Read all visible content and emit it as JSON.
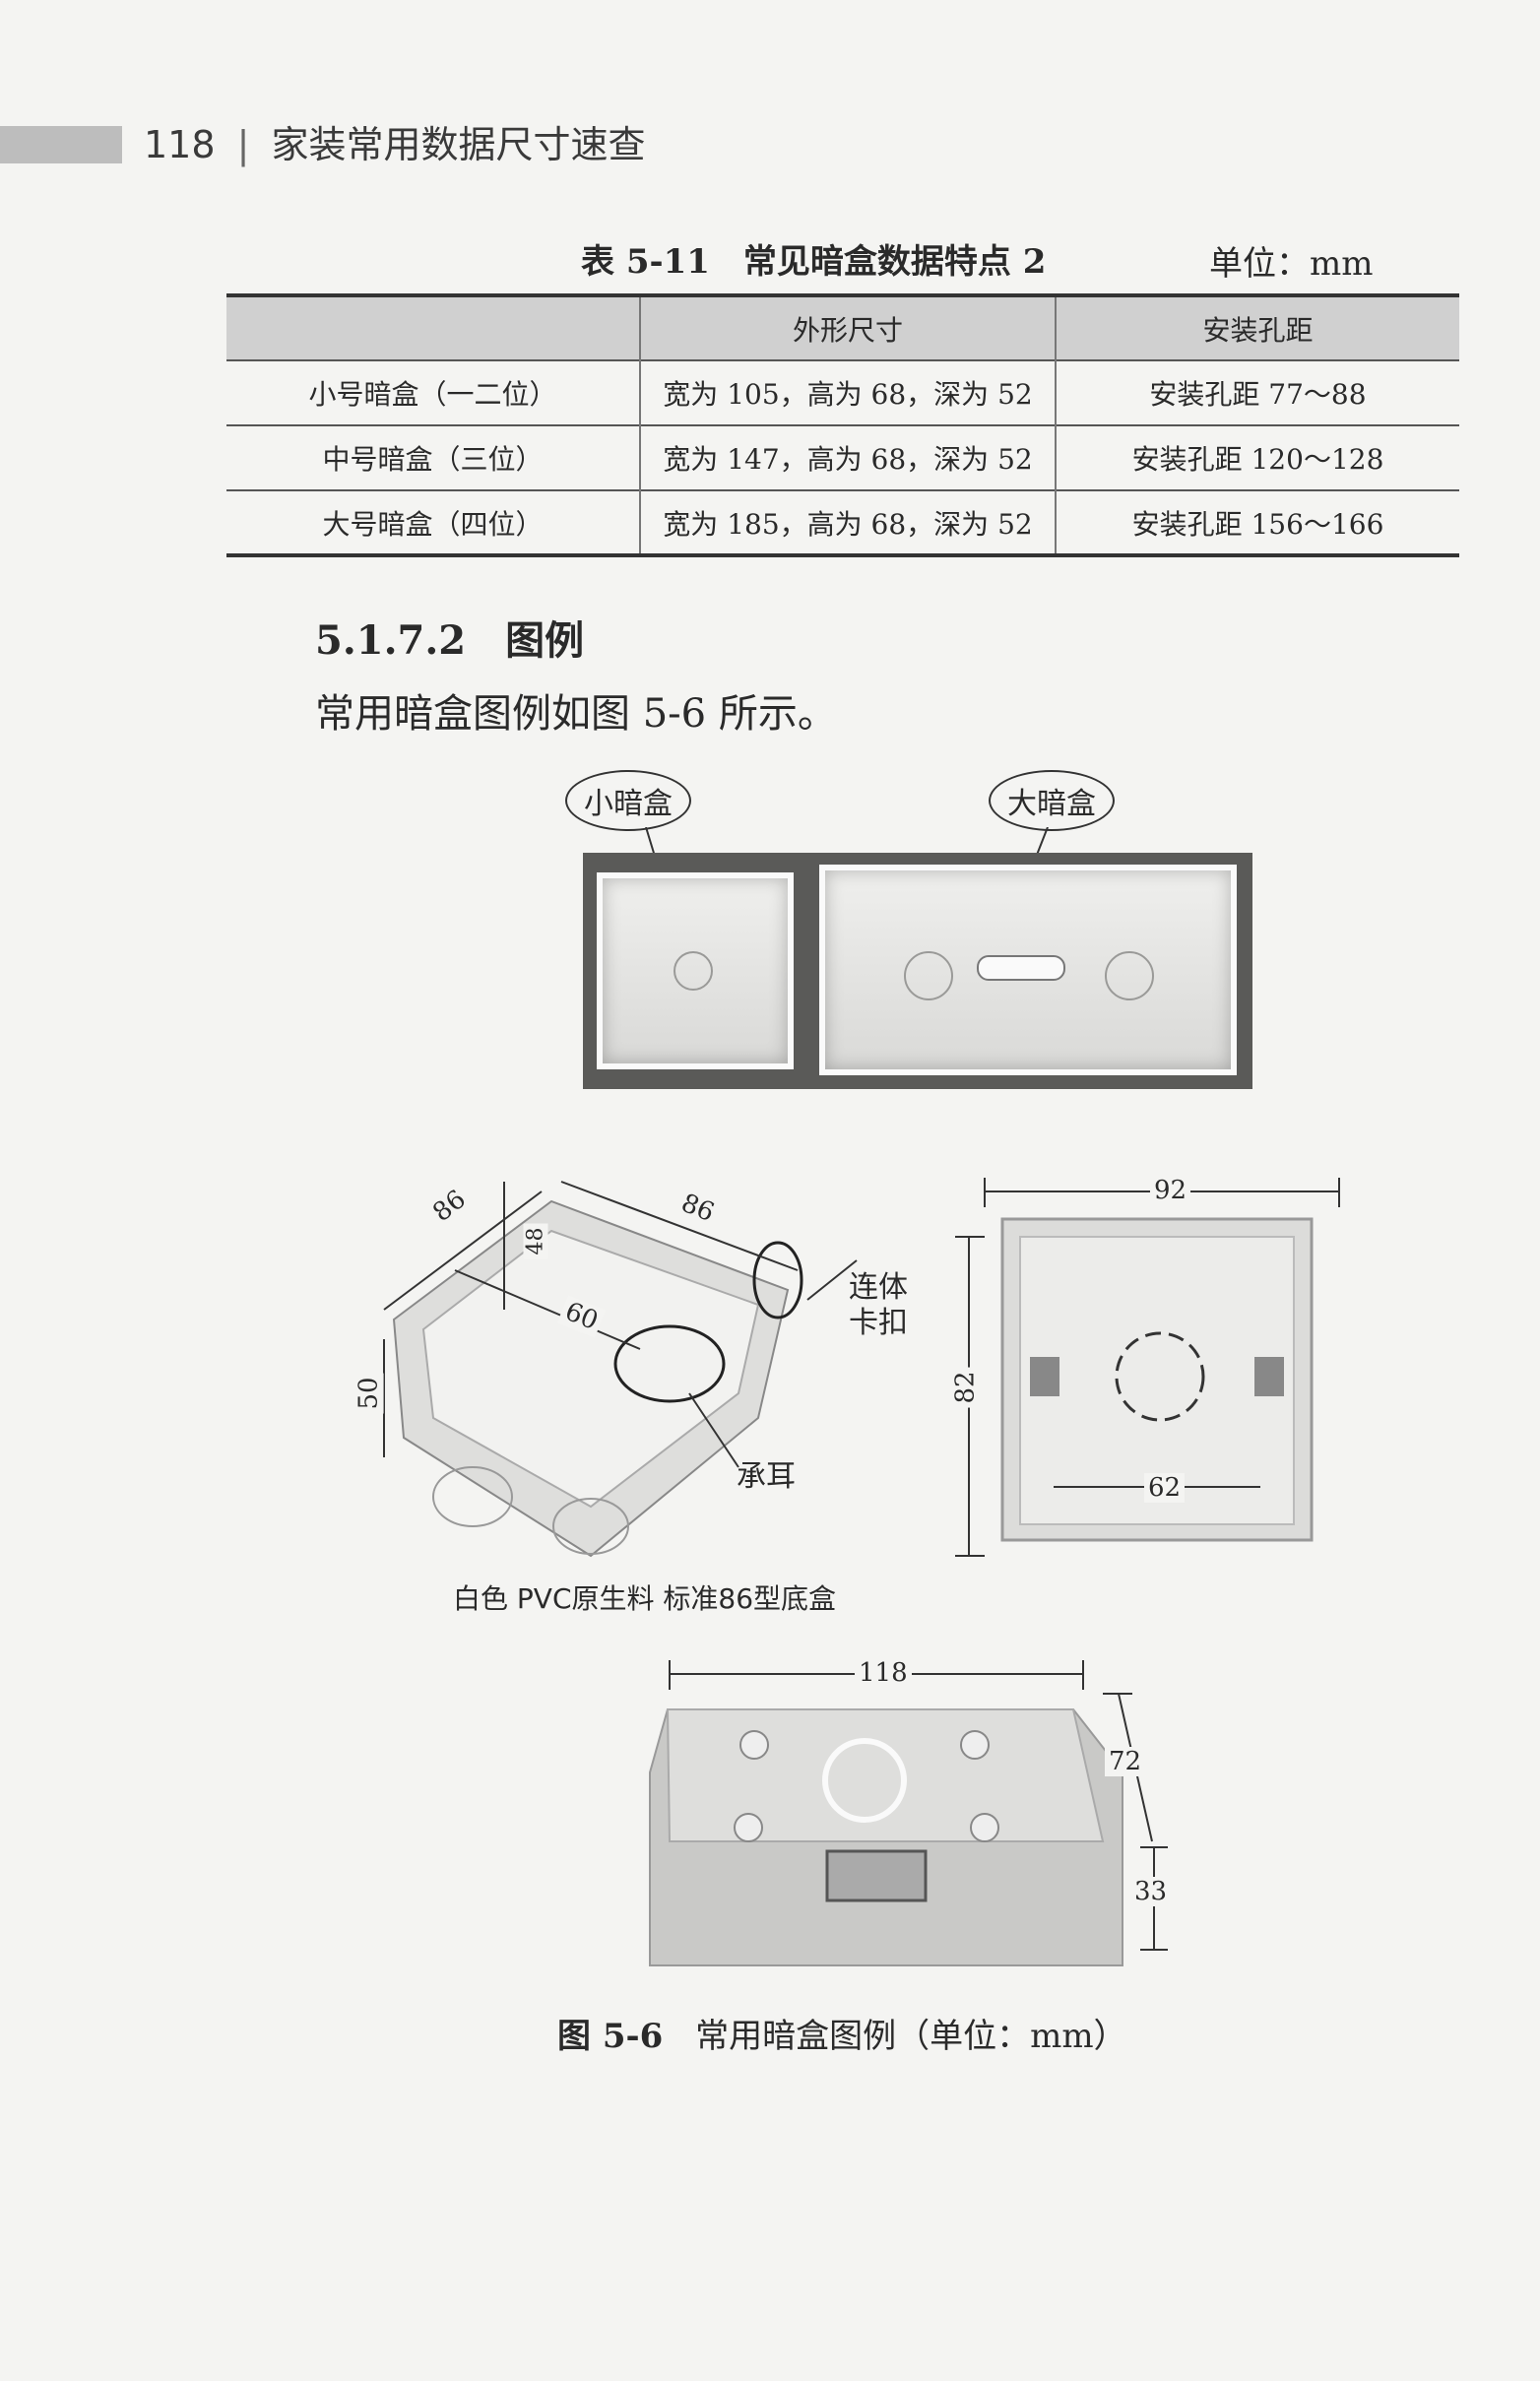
{
  "header": {
    "page_number": "118",
    "separator": "|",
    "book_title": "家装常用数据尺寸速查"
  },
  "table": {
    "title": "表 5-11　常见暗盒数据特点 2",
    "unit": "单位：mm",
    "columns": [
      "",
      "外形尺寸",
      "安装孔距"
    ],
    "rows": [
      [
        "小号暗盒（一二位）",
        "宽为 105，高为 68，深为 52",
        "安装孔距 77～88"
      ],
      [
        "中号暗盒（三位）",
        "宽为 147，高为 68，深为 52",
        "安装孔距 120～128"
      ],
      [
        "大号暗盒（四位）",
        "宽为 185，高为 68，深为 52",
        "安装孔距 156～166"
      ]
    ]
  },
  "section": {
    "number_title": "5.1.7.2　图例",
    "body": "常用暗盒图例如图 5-6 所示。"
  },
  "figure": {
    "callout_small": "小暗盒",
    "callout_large": "大暗盒",
    "iso_dims": {
      "width": "86",
      "length": "86",
      "depth": "48",
      "inner": "60",
      "height": "50"
    },
    "iso_labels": {
      "clip_line1": "连体",
      "clip_line2": "卡扣",
      "ear": "承耳"
    },
    "iso_caption": "白色  PVC原生料  标准86型底盒",
    "front_dims": {
      "width": "92",
      "height": "82",
      "hole_spacing": "62"
    },
    "bottom_dims": {
      "width": "118",
      "depth": "72",
      "height": "33"
    },
    "caption_label": "图 5-6",
    "caption_text": "常用暗盒图例（单位：mm）"
  }
}
